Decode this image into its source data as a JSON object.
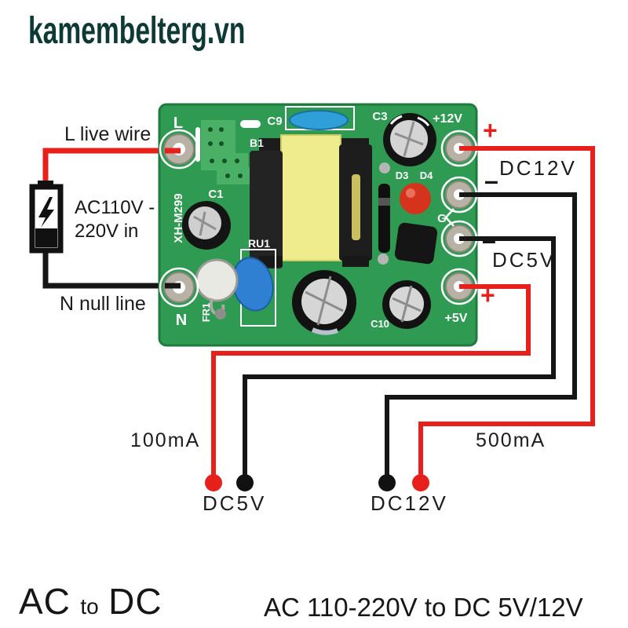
{
  "watermark": "kamembelterg.vn",
  "colors": {
    "red": "#e8201c",
    "ink": "#161616",
    "pcb": "#2f9b52",
    "pcb-edge": "#1f7a3e",
    "wm": "#0e3a36",
    "cap-blue": "#2e9fd9",
    "disc-blue": "#2f7fd2",
    "xfmr-yellow": "#efec8e",
    "led-red": "#d5331c"
  },
  "annotations": {
    "live_wire": "L live wire",
    "input_line1": "AC110V -",
    "input_line2": "220V in",
    "null_line": "N null line",
    "plus": "+",
    "minus": "–",
    "dc12v_side": "DC12V",
    "dc5v_side": "DC5V",
    "current_5v": "100mA",
    "current_12v": "500mA",
    "dc5v_out": "DC5V",
    "dc12v_out": "DC12V"
  },
  "pcb_silkscreen": {
    "l": "L",
    "n": "N",
    "model": "XH-M299",
    "c9": "C9",
    "b1": "B1",
    "c1": "C1",
    "c3": "C3",
    "d3": "D3",
    "d4": "D4",
    "g": "G",
    "ru1": "RU1",
    "fr1": "FR1",
    "c10": "C10",
    "plus12v": "+12V",
    "plus5v": "+5V"
  },
  "footer": {
    "left_ac": "AC",
    "left_to": "to",
    "left_dc": "DC",
    "right": "AC 110-220V to DC 5V/12V"
  }
}
